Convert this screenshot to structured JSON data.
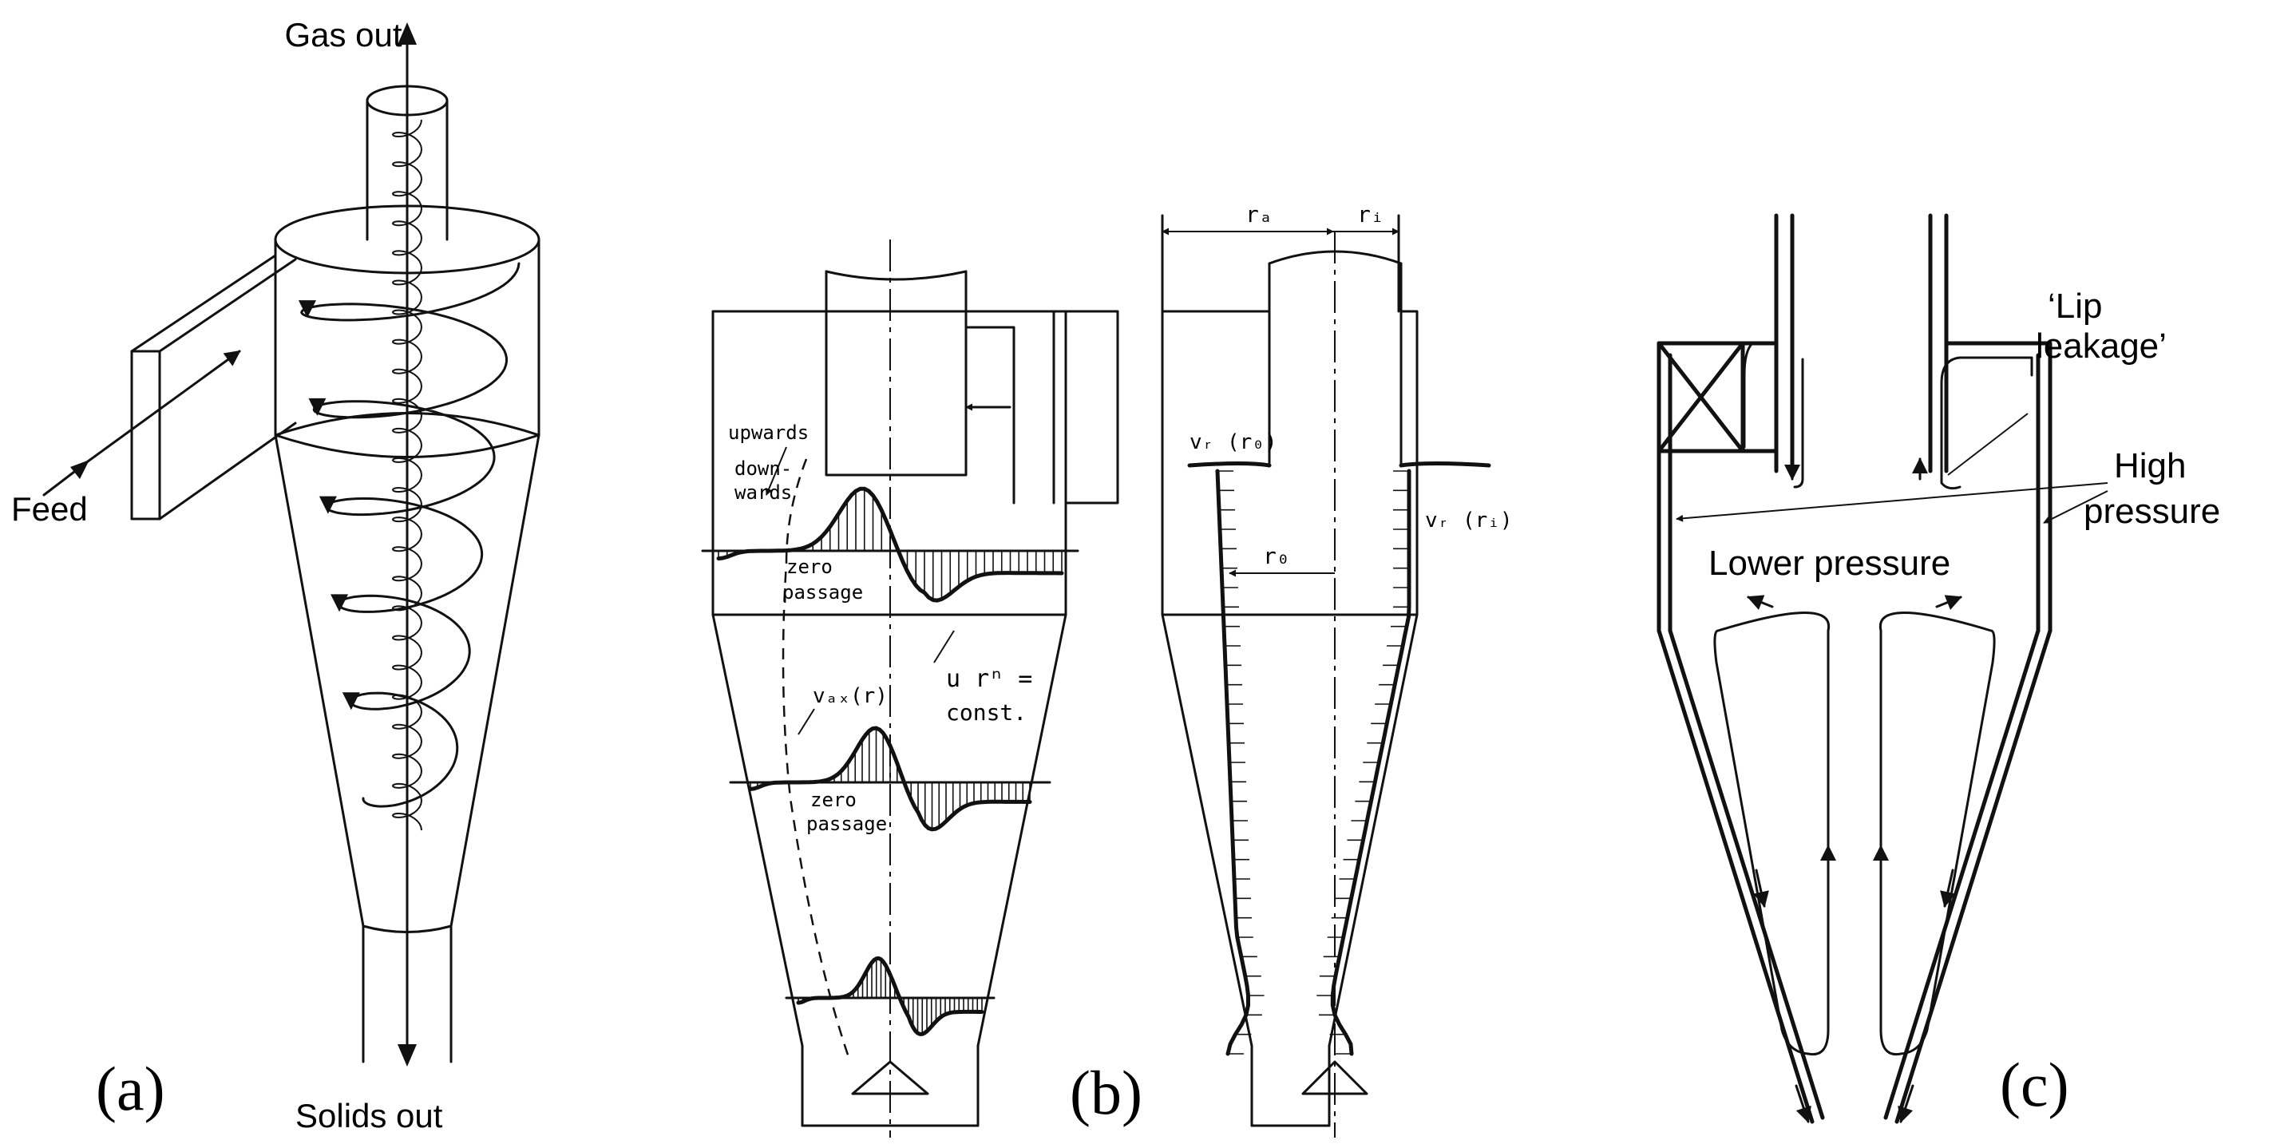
{
  "panel_a": {
    "letter": "(a)",
    "gas_out": "Gas out",
    "feed": "Feed",
    "solids_out": "Solids out"
  },
  "panel_b": {
    "letter": "(b)",
    "upwards": "upwards",
    "down_1": "down-",
    "down_2": "wards",
    "zero_1": "zero",
    "passage_1": "passage",
    "zero_2": "zero",
    "passage_2": "passage",
    "vax": "vₐₓ(r)",
    "urn_1": "u rⁿ =",
    "urn_2": "const.",
    "ra": "rₐ",
    "ri": "rᵢ",
    "vr_r0": "vᵣ (r₀)",
    "vr_ri": "vᵣ (rᵢ)",
    "r0": "r₀"
  },
  "panel_c": {
    "letter": "(c)",
    "lip_1": "‘Lip",
    "lip_2": "leakage’",
    "high_1": "High",
    "high_2": "pressure",
    "lower": "Lower pressure"
  }
}
